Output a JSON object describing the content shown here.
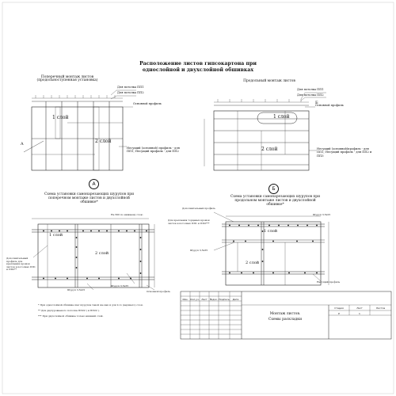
{
  "title": {
    "line1": "Расположение листов гипсокартона при",
    "line2": "однослойной и двухслойной обшивках"
  },
  "view_left": {
    "caption": "Поперечный монтаж листов (продольноступенная установка)",
    "label_layer1": "1 слой",
    "label_layer2": "2 слой",
    "label_sheet1": "Для потолка ПП1",
    "label_sheet2": "Для потолка ПП2",
    "label_profile": "Основной профиль",
    "label_support": "Несущий (основной) профиль - для ПП1; Несущий профиль - для ПП2",
    "marker": "A"
  },
  "view_right": {
    "caption": "Продольный монтаж листов",
    "label_layer1": "1 слой",
    "label_layer2": "2 слой",
    "label_sheet1": "Для потолка ПП1",
    "label_sheet2": "Для потолка ПП2",
    "label_profile": "Основной профиль",
    "label_support": "Несущий (основной)профиль - для ПП1; Несущий профиль - для ПП2 и ПП3",
    "marker": "Б"
  },
  "detail_a": {
    "marker": "А",
    "caption": "Схема установки самонарезающих шурупов при поперечном монтаже листов и двухслойной обшивке*",
    "layer1": "1 слой",
    "layer2": "2 слой",
    "dim_top": "Не 500 по нижнему слою",
    "note_left": "Дополнительный профиль для крепления кромок листов в потолках ПП1 и ПП2**",
    "screw1": "Шуруп 3,5х25",
    "screw2": "Шуруп 3,5х35",
    "note_main": "Основной профиль"
  },
  "detail_b": {
    "marker": "Б",
    "caption": "Схема установки самонарезающих шурупов при продольном монтаже листов и двухслойной обшивке*",
    "layer1": "1 слой",
    "layer2": "2 слой",
    "note_add": "Дополнительный профиль",
    "note_left": "Для крепления торцевых кромок листов в потолках ПП1 и ПП2***",
    "screw1": "Шуруп 3,5х25",
    "screw2": "Шуруп 3,5х35",
    "note_main": "Несущий профиль"
  },
  "footnotes": [
    "* При однослойной обшивке шаг шурупов такой же как и для 2-го (верхнего) слоя.",
    "** Для двухуровневого потолка ПП22 ( и ПП22 ).",
    "*** При двухслойной обшивке только нижний слой."
  ],
  "stamp": {
    "headers": [
      "Изм.",
      "Кол.уч.",
      "Лист",
      "№док.",
      "Подпись",
      "Дата"
    ],
    "title_line1": "Монтаж листов.",
    "title_line2": "Схемы раскладки",
    "col_stage": "Стадия",
    "col_sheet": "Лист",
    "col_sheets": "Листов",
    "stage": "Р",
    "sheet": "1"
  }
}
